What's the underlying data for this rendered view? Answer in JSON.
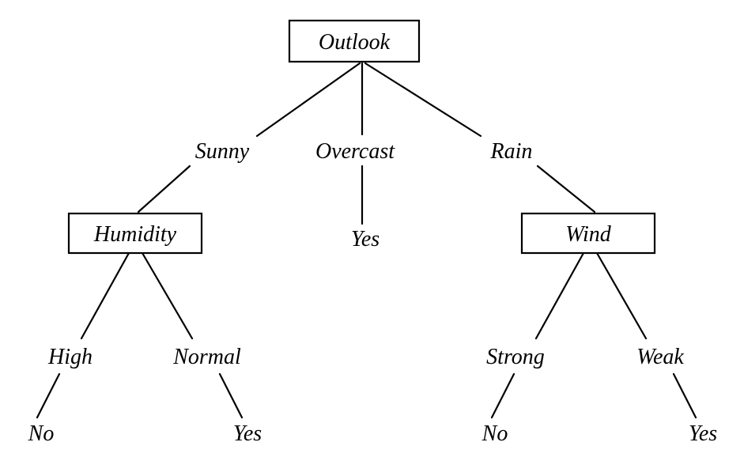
{
  "tree": {
    "root": {
      "label": "Outlook",
      "branches": [
        {
          "value": "Sunny",
          "node": {
            "label": "Humidity",
            "branches": [
              {
                "value": "High",
                "leaf": "No"
              },
              {
                "value": "Normal",
                "leaf": "Yes"
              }
            ]
          }
        },
        {
          "value": "Overcast",
          "leaf": "Yes"
        },
        {
          "value": "Rain",
          "node": {
            "label": "Wind",
            "branches": [
              {
                "value": "Strong",
                "leaf": "No"
              },
              {
                "value": "Weak",
                "leaf": "Yes"
              }
            ]
          }
        }
      ]
    }
  }
}
